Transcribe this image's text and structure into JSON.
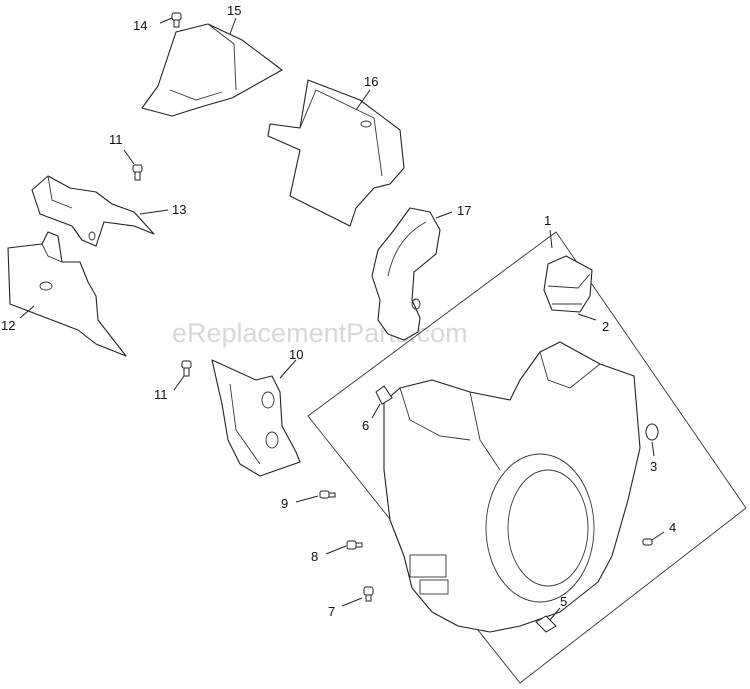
{
  "watermark": "eReplacementParts.com",
  "labels": {
    "l1": "1",
    "l2": "2",
    "l3": "3",
    "l4": "4",
    "l5": "5",
    "l6": "6",
    "l7": "7",
    "l8": "8",
    "l9": "9",
    "l10": "10",
    "l11a": "11",
    "l11b": "11",
    "l12": "12",
    "l13": "13",
    "l14": "14",
    "l15": "15",
    "l16": "16",
    "l17": "17"
  }
}
